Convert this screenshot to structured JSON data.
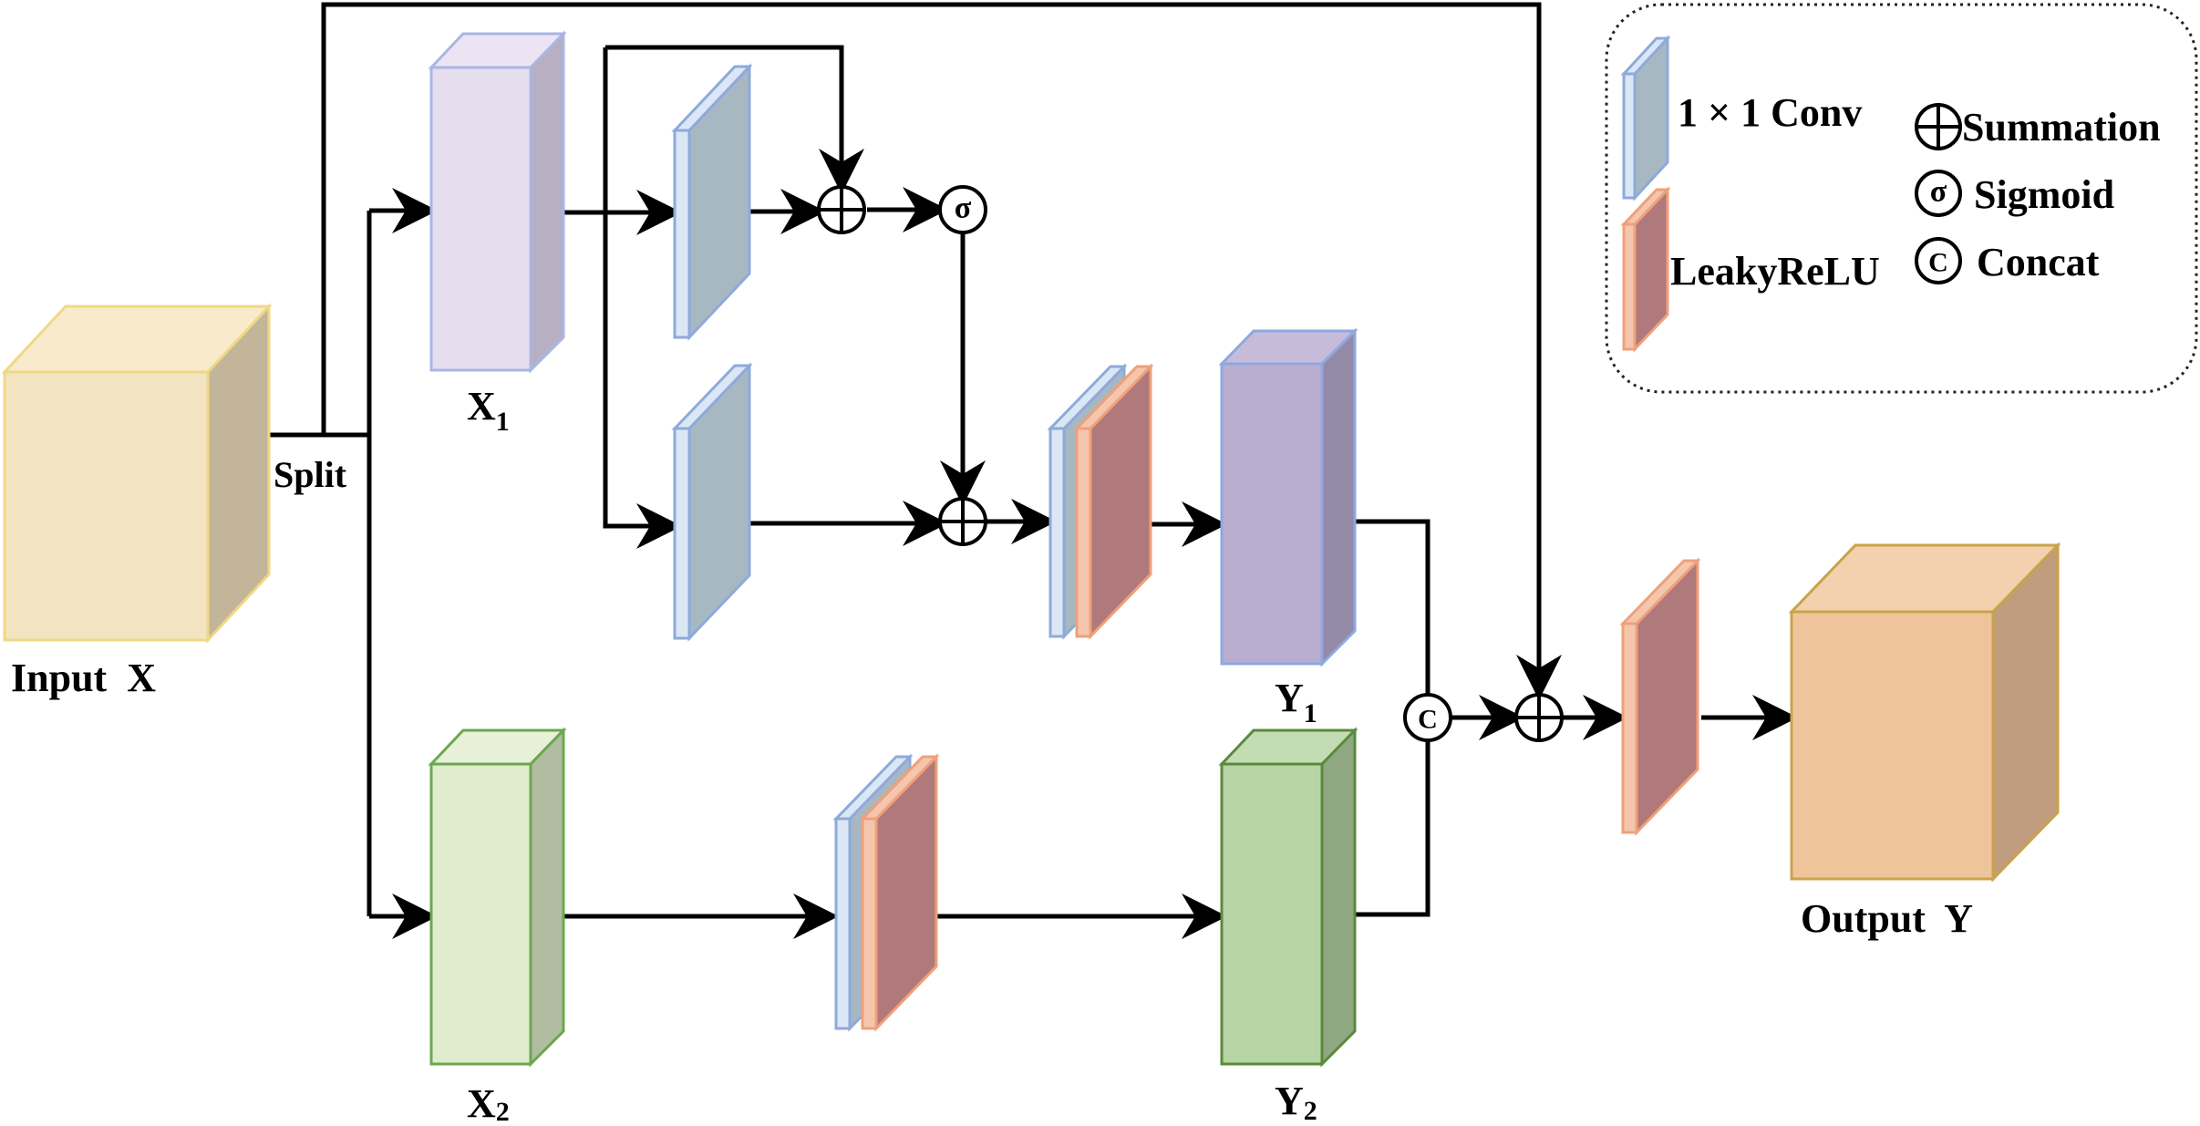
{
  "labels": {
    "input": "Input  X",
    "split": "Split",
    "x1": "X",
    "x1_sub": "1",
    "x2": "X",
    "x2_sub": "2",
    "y1": "Y",
    "y1_sub": "1",
    "y2": "Y",
    "y2_sub": "2",
    "output": "Output  Y"
  },
  "symbols": {
    "sum": "+",
    "sigmoid": "σ",
    "concat": "C"
  },
  "legend": {
    "conv": "1 × 1 Conv",
    "leaky": "LeakyReLU",
    "summation": "Summation",
    "sigmoid": "Sigmoid",
    "concat": "Concat"
  },
  "colors": {
    "input_front": "#f3e4c1",
    "input_top": "#f7ebcc",
    "input_side": "#c3b59a",
    "input_stroke": "#f0d884",
    "x1_front": "#e6ddef",
    "x1_top": "#ece4f3",
    "x1_side": "#b8b0c2",
    "x1_stroke": "#a9b6e4",
    "x2_front": "#e1ebcd",
    "x2_top": "#e8f0d7",
    "x2_side": "#b2bca0",
    "x2_stroke": "#6aa84f",
    "y1_front": "#b9aed0",
    "y1_top": "#c6bcda",
    "y1_side": "#938aa8",
    "y1_stroke": "#8ea8e0",
    "y2_front": "#b7d4a5",
    "y2_top": "#c4dcb3",
    "y2_side": "#8fa881",
    "y2_stroke": "#5a8a3c",
    "output_front": "#efc49b",
    "output_top": "#f3d1ae",
    "output_side": "#c09d7e",
    "output_stroke": "#c9a34a",
    "conv_front": "#dbe7f5",
    "conv_side": "#a7b8c2",
    "conv_stroke": "#8eaadb",
    "leaky_front": "#f4c6ae",
    "leaky_side": "#b0797b",
    "leaky_stroke": "#f0a07a"
  }
}
